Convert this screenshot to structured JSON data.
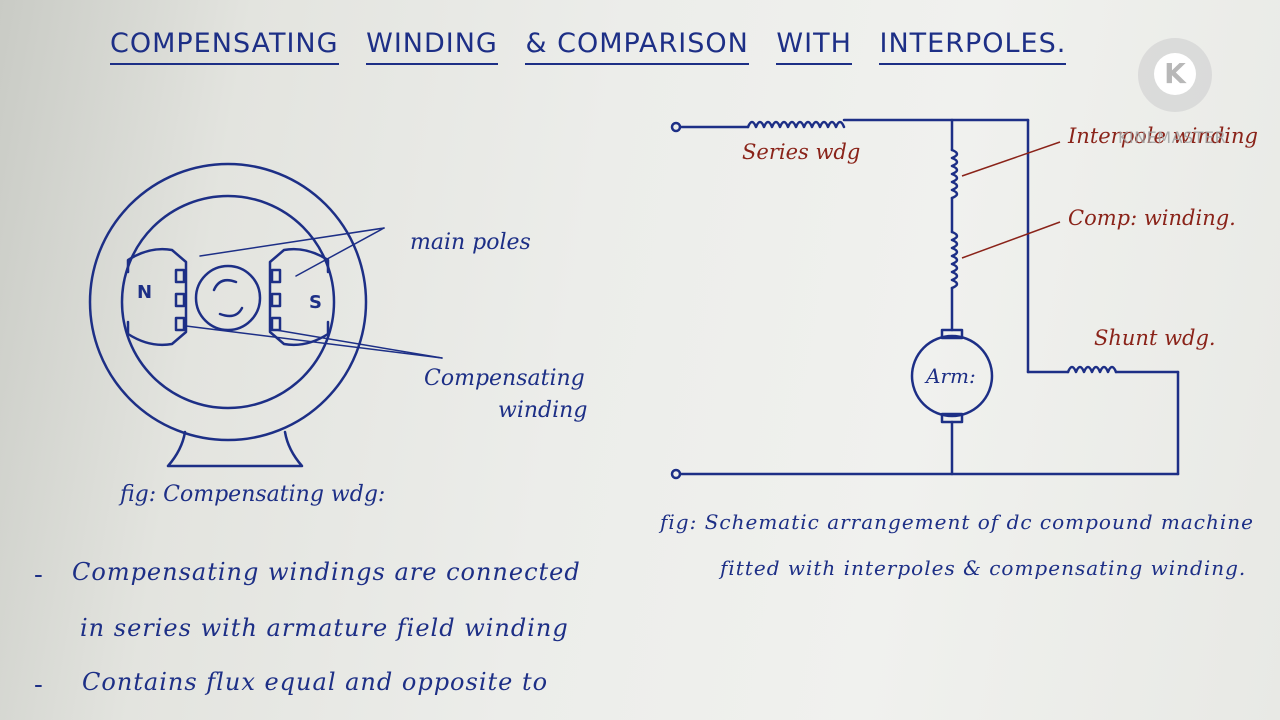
{
  "title": {
    "w1": "COMPENSATING",
    "w2": "WINDING",
    "w3": "& COMPARISON",
    "w4": "WITH",
    "w5": "INTERPOLES."
  },
  "left_figure": {
    "pole_n": "N",
    "pole_s": "S",
    "label_main_poles": "main poles",
    "label_comp_line1": "Compensating",
    "label_comp_line2": "winding",
    "caption": "fig: Compensating wdg:"
  },
  "right_figure": {
    "series_label": "Series wdg",
    "interpole_label": "Interpole winding",
    "comp_label": "Comp: winding.",
    "shunt_label": "Shunt wdg.",
    "armature_label": "Arm:",
    "caption_line1": "fig: Schematic arrangement of dc compound machine",
    "caption_line2": "fitted with interpoles & compensating winding."
  },
  "notes": {
    "bullet": "-",
    "line1": "Compensating windings are connected",
    "line2": "in series with armature field winding",
    "line3": "Contains flux equal and opposite to"
  },
  "watermark": {
    "logo_letter": "K",
    "text": "KINEMASTER"
  },
  "colors": {
    "ink_blue": "#1d2f86",
    "ink_red": "#8a2319"
  }
}
